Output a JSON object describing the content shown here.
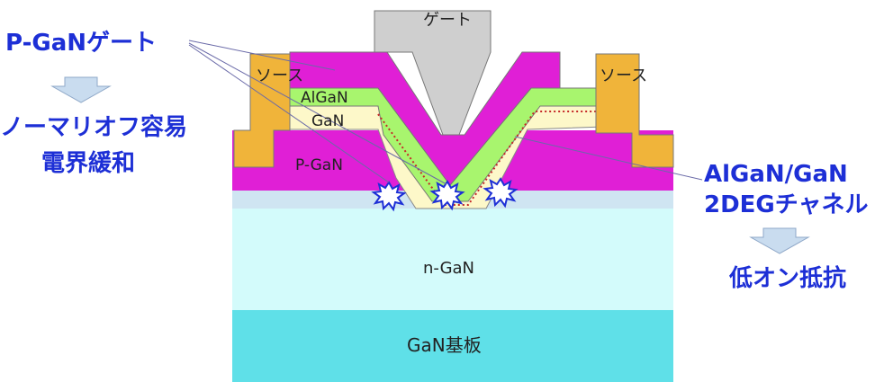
{
  "layers": {
    "gate": "ゲート",
    "source_left": "ソース",
    "source_right": "ソース",
    "algan": "AlGaN",
    "gan": "GaN",
    "pgan": "P-GaN",
    "ngan": "n-GaN",
    "substrate": "GaN基板"
  },
  "annotations": {
    "left_title": "P-GaNゲート",
    "left_effect_line1": "ノーマリオフ容易",
    "left_effect_line2": "電界緩和",
    "right_title_line1": "AlGaN/GaN",
    "right_title_line2": "2DEGチャネル",
    "right_effect": "低オン抵抗"
  },
  "colors": {
    "gate": "#cfcfcf",
    "p_gan": "#e01fd6",
    "algan": "#a8f56e",
    "gan": "#fdf8c9",
    "source": "#f0b43a",
    "n_gan": "#d3fbfb",
    "buffer": "#cfe5f2",
    "substrate": "#5fe0e8",
    "text_blue": "#1d2fd6",
    "arrow": "#c9dcef"
  }
}
